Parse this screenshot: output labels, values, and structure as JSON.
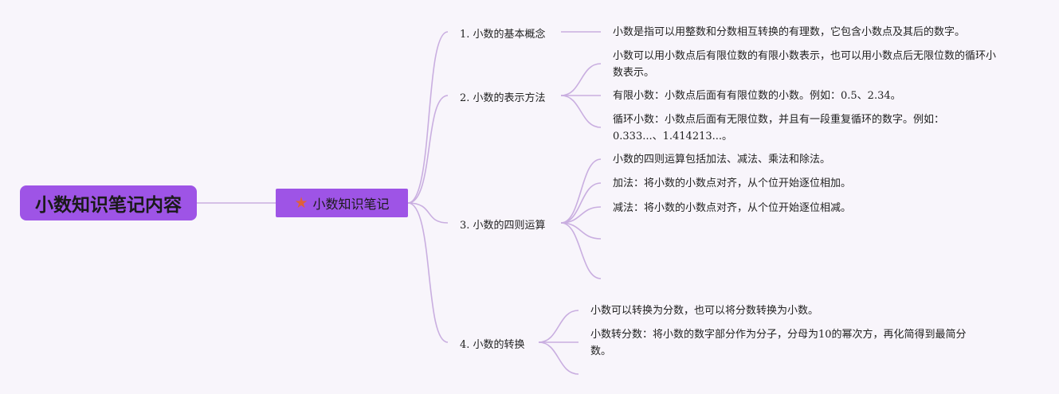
{
  "root": {
    "label": "小数知识笔记内容"
  },
  "main": {
    "label": "小数知识笔记",
    "icon": "star-icon",
    "icon_color": "#e0603a"
  },
  "colors": {
    "node_fill": "#9e54e6",
    "line": "#c9aee0",
    "background": "#f8f5fb"
  },
  "branches": [
    {
      "label": "1. 小数的基本概念",
      "leaves": [
        "小数是指可以用整数和分数相互转换的有理数，它包含小数点及其后的数字。"
      ]
    },
    {
      "label": "2. 小数的表示方法",
      "leaves": [
        "小数可以用小数点后有限位数的有限小数表示，也可以用小数点后无限位数的循环小数表示。",
        "有限小数：小数点后面有有限位数的小数。例如：0.5、2.34。",
        "循环小数：小数点后面有无限位数，并且有一段重复循环的数字。例如：0.333...、1.414213...。"
      ]
    },
    {
      "label": "3. 小数的四则运算",
      "leaves": [
        "小数的四则运算包括加法、减法、乘法和除法。",
        "加法：将小数的小数点对齐，从个位开始逐位相加。",
        "减法：将小数的小数点对齐，从个位开始逐位相减。"
      ]
    },
    {
      "label": "4. 小数的转换",
      "leaves": [
        "小数可以转换为分数，也可以将分数转换为小数。",
        "小数转分数：将小数的数字部分作为分子，分母为10的幂次方，再化简得到最简分数。"
      ]
    }
  ]
}
